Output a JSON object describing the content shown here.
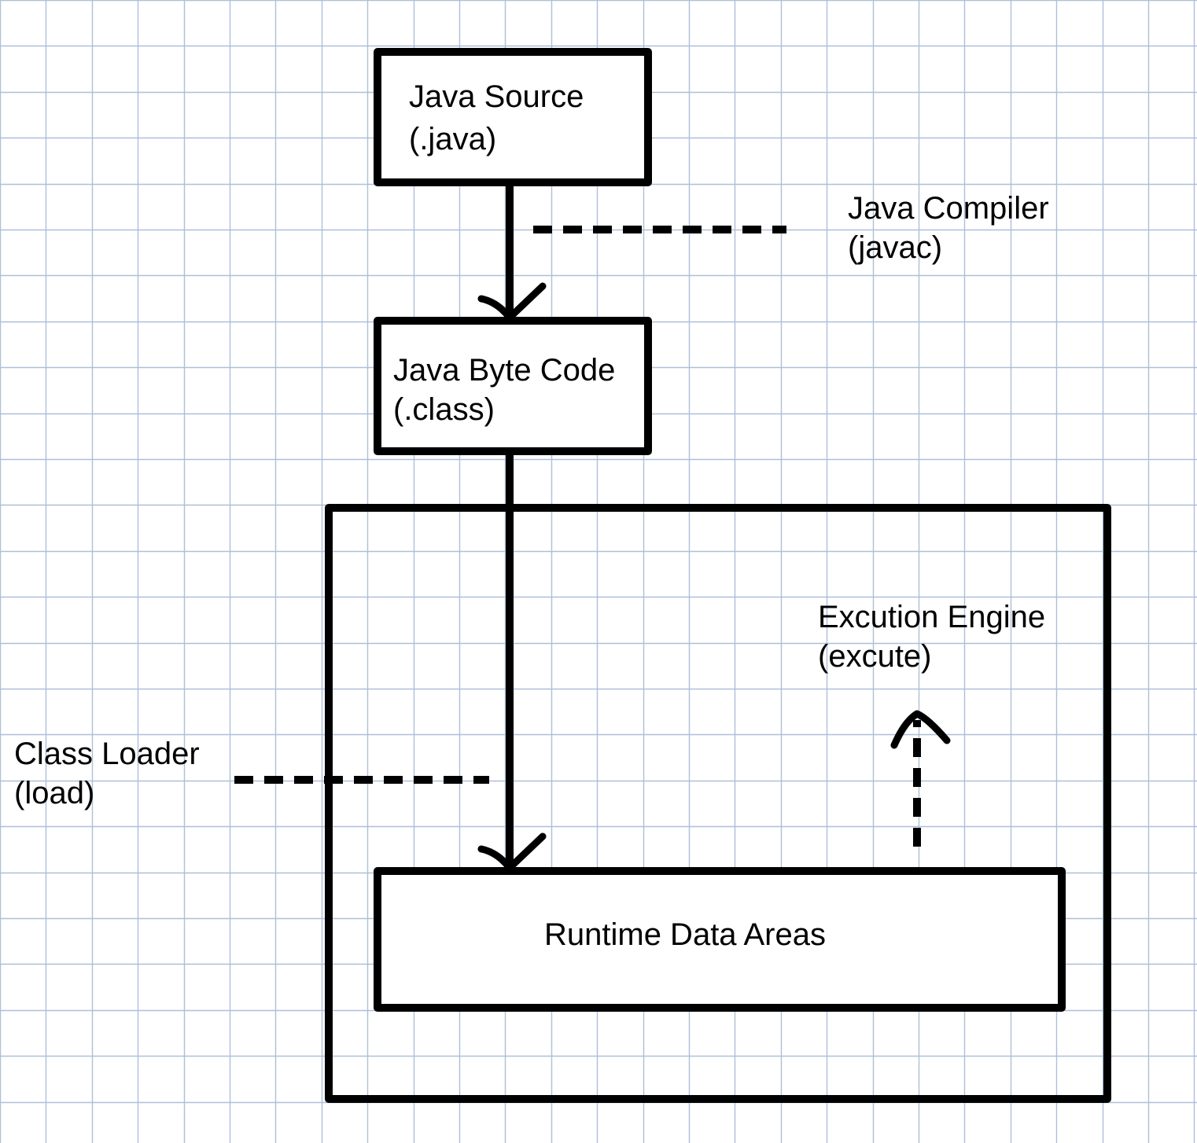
{
  "nodes": {
    "java_source": {
      "line1": "Java Source",
      "line2": "(.java)"
    },
    "byte_code": {
      "line1": "Java Byte Code",
      "line2": "(.class)"
    },
    "runtime_data_areas": {
      "label": "Runtime Data Areas"
    }
  },
  "annotations": {
    "java_compiler": {
      "line1": "Java Compiler",
      "line2": "(javac)"
    },
    "class_loader": {
      "line1": "Class Loader",
      "line2": "(load)"
    },
    "execution_engine": {
      "line1": "Excution Engine",
      "line2": "(excute)"
    }
  },
  "colors": {
    "grid": "#aebfd8",
    "stroke": "#000000",
    "background": "#ffffff"
  }
}
